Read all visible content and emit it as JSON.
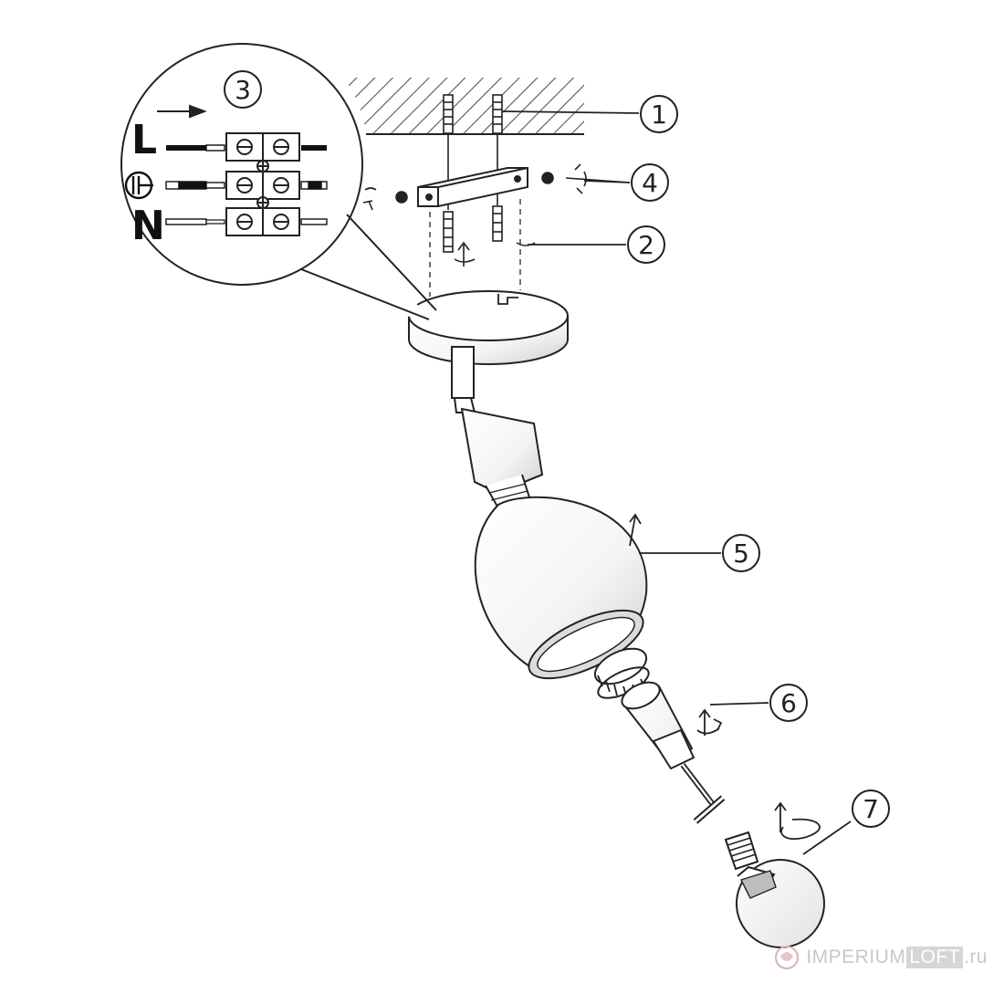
{
  "callouts": [
    {
      "label": "1"
    },
    {
      "label": "2"
    },
    {
      "label": "3"
    },
    {
      "label": "4"
    },
    {
      "label": "5"
    },
    {
      "label": "6"
    },
    {
      "label": "7"
    }
  ],
  "wiring": {
    "live": "L",
    "neutral": "N"
  },
  "watermark": {
    "part1": "IMPERIUM",
    "part2": "LOFT",
    "part3": ".ru"
  }
}
